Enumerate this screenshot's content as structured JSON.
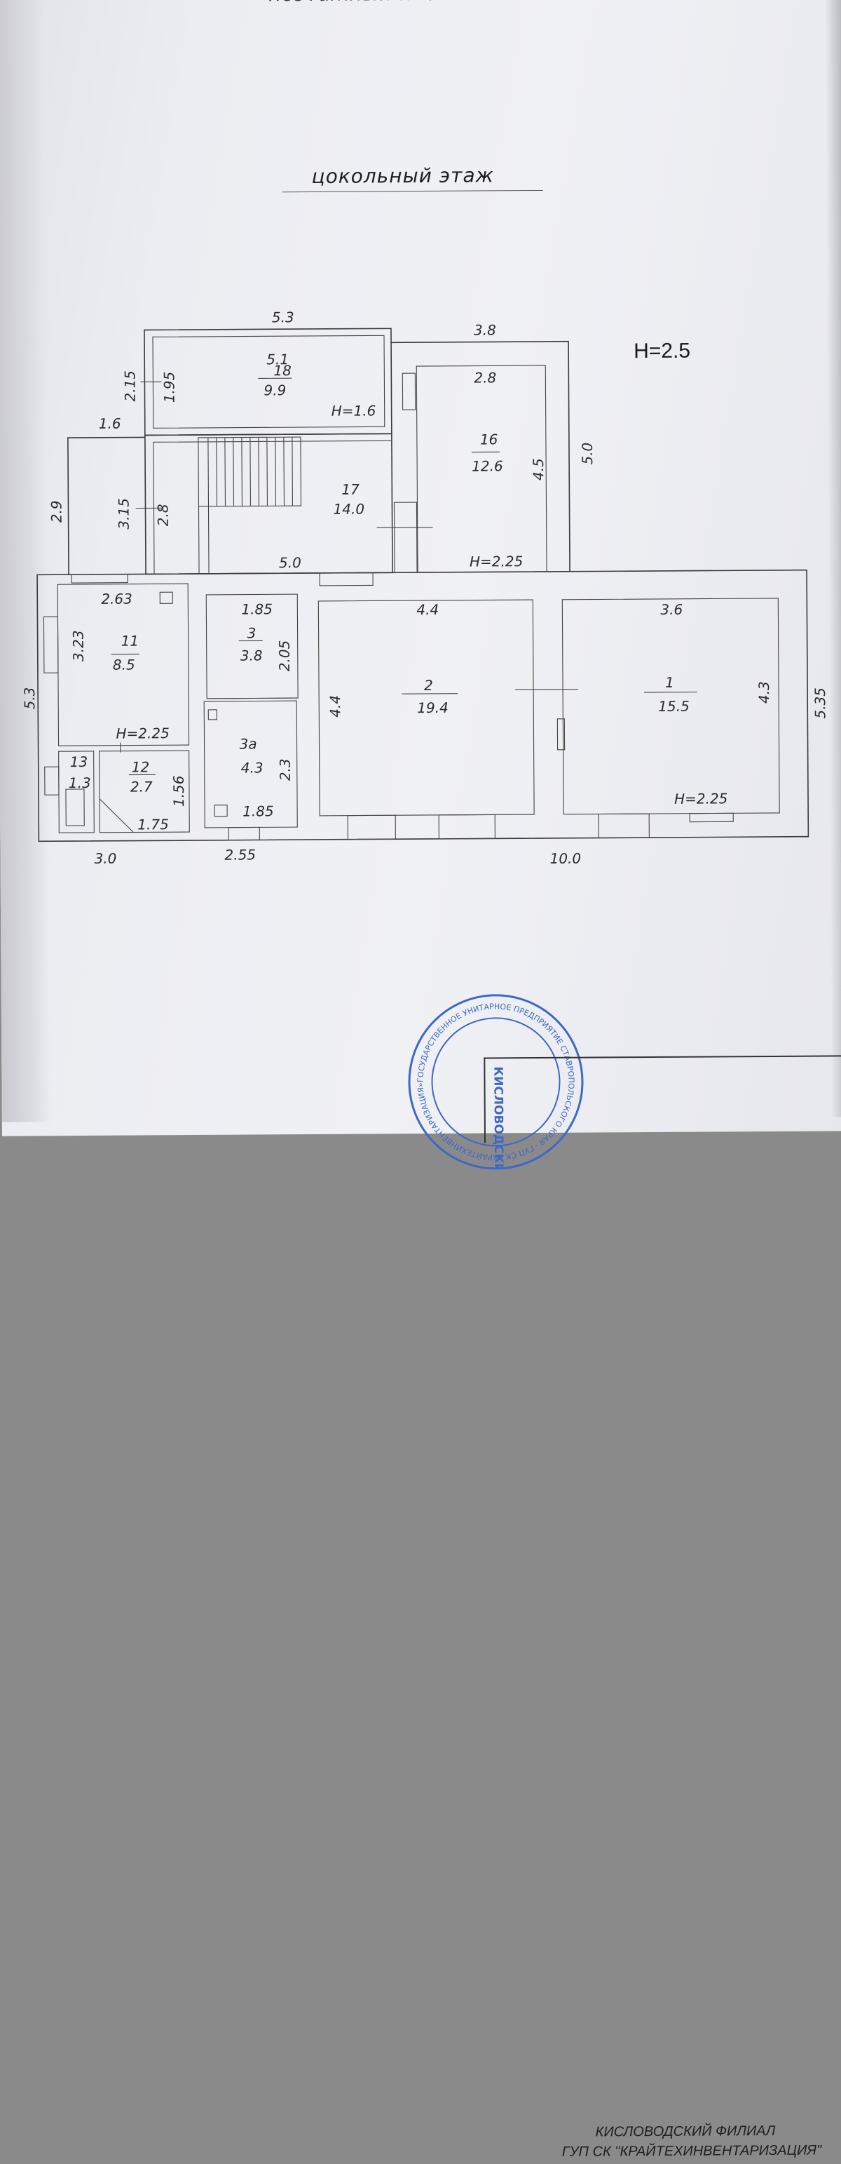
{
  "page": {
    "top_cut_text": "поэтажный план",
    "title": "цокольный этаж",
    "height_main": "H=2.5"
  },
  "rooms": [
    {
      "id": "18",
      "area": "9.9",
      "width": "5.1",
      "height_label": "H=1.6"
    },
    {
      "id": "16",
      "area": "12.6",
      "width": "2.8",
      "depth": "4.5",
      "height_label": "H=2.25"
    },
    {
      "id": "17",
      "area": "14.0",
      "width": "5.0"
    },
    {
      "id": "11",
      "area": "8.5",
      "width": "2.63",
      "depth": "3.23",
      "height_label": "H=2.25"
    },
    {
      "id": "3",
      "area": "3.8",
      "width": "1.85",
      "depth": "2.05"
    },
    {
      "id": "3a",
      "area": "4.3",
      "width": "1.85",
      "depth": "2.3"
    },
    {
      "id": "2",
      "area": "19.4",
      "width": "4.4",
      "depth": "4.4"
    },
    {
      "id": "1",
      "area": "15.5",
      "width": "3.6",
      "depth": "4.3",
      "height_label": "H=2.25"
    },
    {
      "id": "12",
      "area": "2.7",
      "width": "1.75",
      "depth": "1.56"
    },
    {
      "id": "13",
      "area": "1.3"
    }
  ],
  "dimensions": {
    "top_18": "5.3",
    "top_16_outer": "3.8",
    "right_16_outer": "5.0",
    "left_18_outer": "2.15",
    "left_18_inner": "1.95",
    "porch_width": "1.6",
    "porch_outer": "2.9",
    "porch_inner": "3.15",
    "stair_side": "2.8",
    "left_lower": "5.3",
    "bottom_left": "3.0",
    "bottom_mid": "2.55",
    "bottom_main": "10.0",
    "right_main": "5.35"
  },
  "title_block": {
    "line1": "КИСЛОВОДСКИЙ ФИЛИАЛ",
    "line2": "ГУП СК \"КРАЙТЕХИНВЕНТАРИЗАЦИЯ\""
  },
  "stamp": {
    "ring_text": "ГОСУДАРСТВЕННОЕ УНИТАРНОЕ ПРЕДПРИЯТИЕ СТАВРОПОЛЬСКОГО КРАЯ · ГУП СК «КРАЙТЕХИНВЕНТАРИЗАЦИЯ» ·",
    "center_text": "КИСЛОВОДСКИЙ филиал"
  },
  "colors": {
    "paper": "#eef0f4",
    "ink": "#2a2a2a",
    "stamp": "#3d68c7"
  }
}
